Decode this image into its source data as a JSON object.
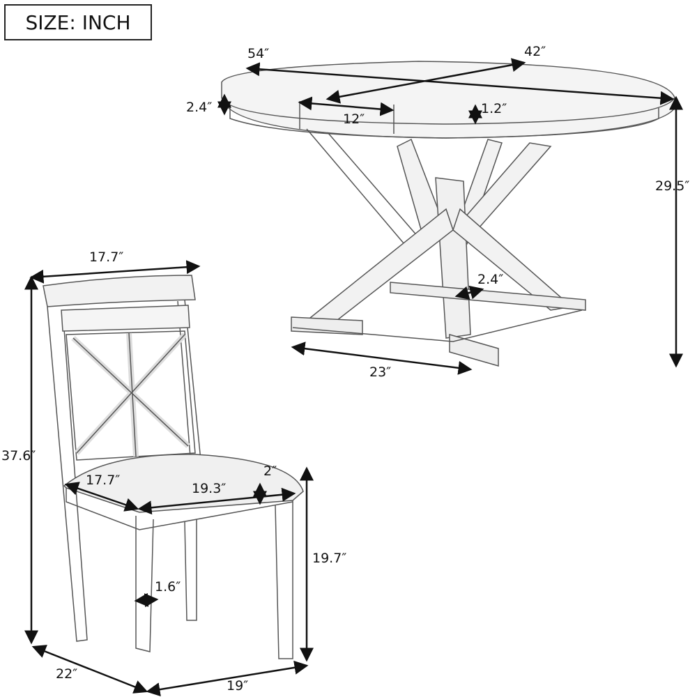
{
  "unit_box": "SIZE: INCH",
  "table": {
    "length": "54″",
    "width": "42″",
    "top_thickness": "2.4″",
    "leaf_width": "12″",
    "apron_height": "1.2″",
    "height": "29.5″",
    "leg_thickness": "2.4″",
    "base_width": "23″"
  },
  "chair": {
    "back_width": "17.7″",
    "height": "37.6″",
    "seat_depth": "17.7″",
    "seat_width": "19.3″",
    "cushion_thickness": "2″",
    "seat_height": "19.7″",
    "leg_thickness": "1.6″",
    "depth": "22″",
    "width": "19″"
  }
}
